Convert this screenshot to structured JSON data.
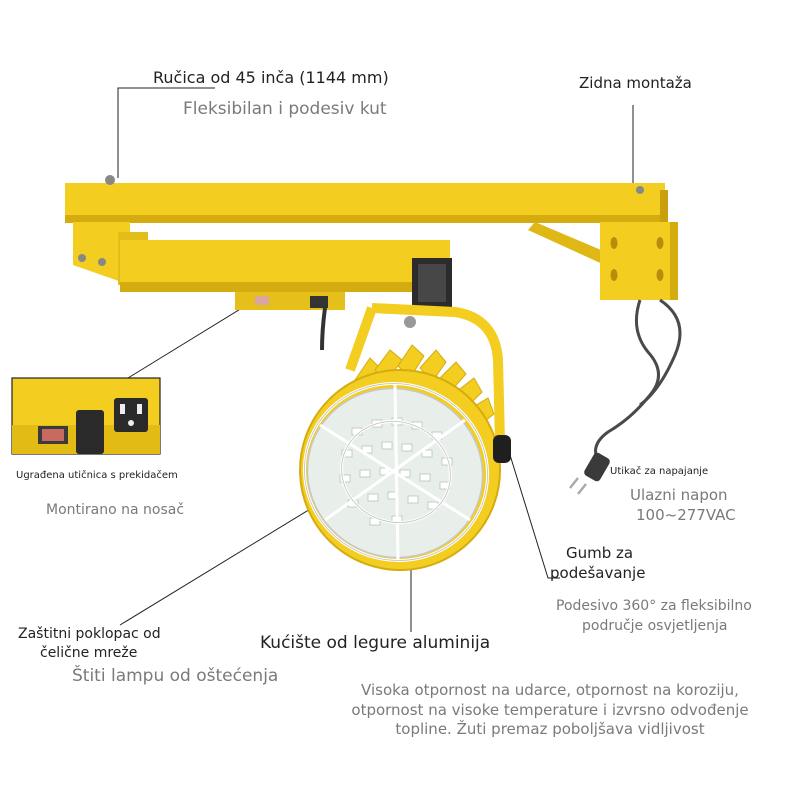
{
  "labels": {
    "arm_length": "Ručica od 45 inča (1144 mm)",
    "arm_sub": "Fleksibilan i podesiv kut",
    "wall_mount": "Zidna montaža",
    "socket": "Ugrađena utičnica s prekidačem",
    "socket_sub": "Montirano na nosač",
    "plug": "Utikač za napajanje",
    "voltage_title": "Ulazni napon",
    "voltage_value": "100~277VAC",
    "knob_line1": "Gumb za",
    "knob_line2": "podešavanje",
    "rotate_line1": "Podesivo 360° za fleksibilno",
    "rotate_line2": "područje osvjetljenja",
    "guard_line1": "Zaštitni poklopac od",
    "guard_line2": "čelične mreže",
    "guard_sub": "Štiti lampu od oštećenja",
    "housing": "Kućište od legure aluminija",
    "housing_desc_1": "Visoka otpornost na udarce, otpornost na koroziju,",
    "housing_desc_2": "otpornost na visoke temperature i izvrsno odvođenje",
    "housing_desc_3": "topline. Žuti premaz poboljšava vidljivost"
  },
  "colors": {
    "arm_yellow": "#f3cd1f",
    "arm_shadow": "#d4ac10",
    "dark": "#2c2c2c",
    "lens": "#e8eeea",
    "cord": "#4a4a4a"
  }
}
